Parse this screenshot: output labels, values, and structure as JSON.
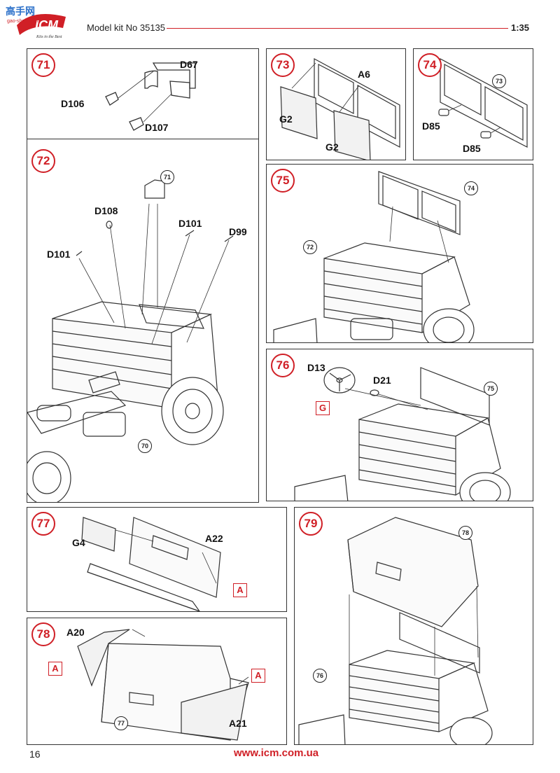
{
  "header": {
    "logo_text": "ICM",
    "logo_tagline": "Kits in the Best",
    "watermark_cn": "高手网",
    "watermark_url": "gao-shou.com",
    "title": "Model kit No 35135",
    "scale": "1:35"
  },
  "footer": {
    "page_number": "16",
    "url": "www.icm.com.ua"
  },
  "colors": {
    "accent": "#d01f26",
    "ink": "#222222"
  },
  "steps": {
    "s71": {
      "number": "71",
      "parts": {
        "d67": "D67",
        "d106": "D106",
        "d107": "D107"
      }
    },
    "s72": {
      "number": "72",
      "parts": {
        "d108": "D108",
        "d101a": "D101",
        "d101b": "D101",
        "d99": "D99"
      },
      "refs": {
        "r71": "71",
        "r70": "70"
      }
    },
    "s73": {
      "number": "73",
      "parts": {
        "a6": "A6",
        "g2a": "G2",
        "g2b": "G2"
      }
    },
    "s74": {
      "number": "74",
      "parts": {
        "d85a": "D85",
        "d85b": "D85"
      },
      "refs": {
        "r73": "73"
      }
    },
    "s75": {
      "number": "75",
      "refs": {
        "r74": "74",
        "r72": "72"
      }
    },
    "s76": {
      "number": "76",
      "parts": {
        "d13": "D13",
        "d21": "D21"
      },
      "paint": "G",
      "refs": {
        "r75": "75"
      }
    },
    "s77": {
      "number": "77",
      "parts": {
        "g4": "G4",
        "a22": "A22"
      },
      "paint": "A"
    },
    "s78": {
      "number": "78",
      "parts": {
        "a20": "A20",
        "a21": "A21"
      },
      "paint_a": "A",
      "paint_b": "A",
      "refs": {
        "r77": "77"
      }
    },
    "s79": {
      "number": "79",
      "refs": {
        "r78": "78",
        "r76": "76"
      }
    }
  }
}
